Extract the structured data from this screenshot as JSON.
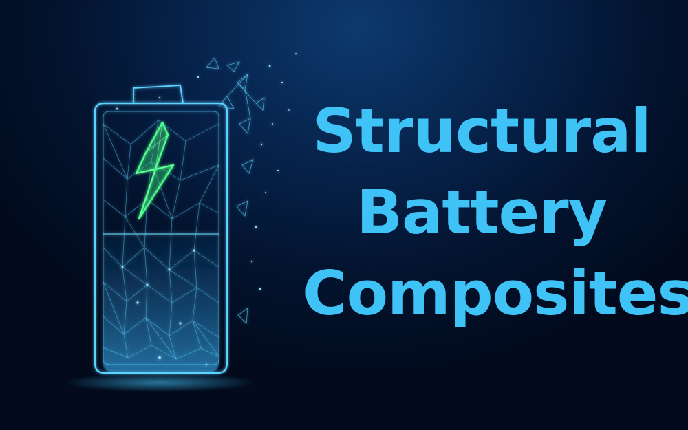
{
  "headline": {
    "lines": [
      "Structural",
      "Battery",
      "Composites"
    ]
  },
  "colors": {
    "background": "#020a1c",
    "text": "#3fc2f5",
    "mesh": "#5fd3ff",
    "bolt": "#4dff8a"
  },
  "icons": {
    "battery": "battery-icon",
    "bolt": "lightning-bolt-icon"
  }
}
